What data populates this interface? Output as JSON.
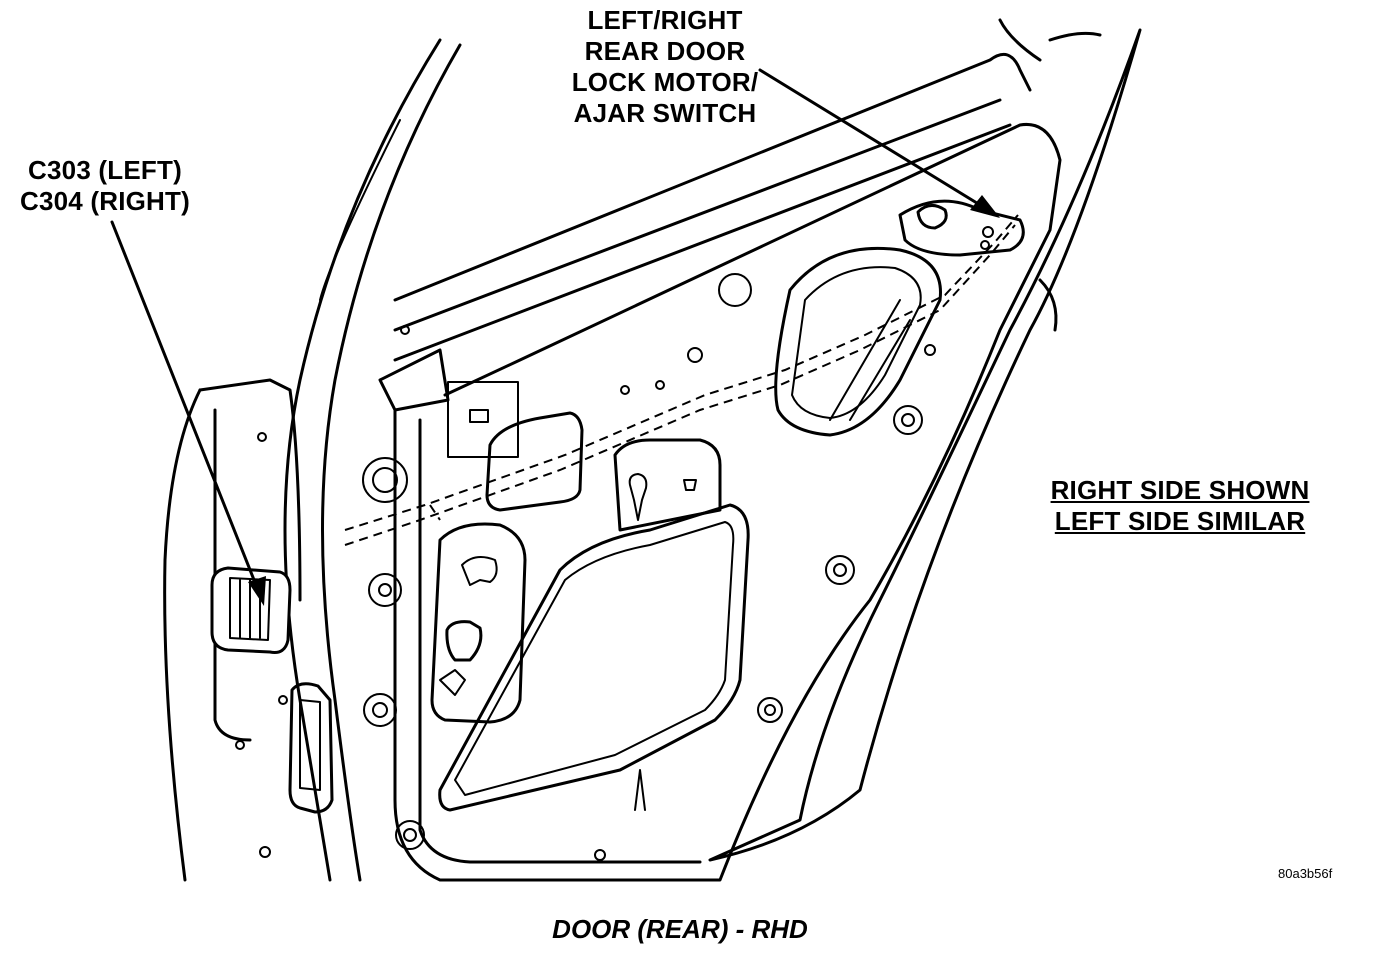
{
  "labels": {
    "lock_motor": [
      "LEFT/RIGHT",
      "REAR DOOR",
      "LOCK MOTOR/",
      "AJAR SWITCH"
    ],
    "connector": [
      "C303 (LEFT)",
      "C304 (RIGHT)"
    ],
    "note": [
      "RIGHT SIDE SHOWN",
      "LEFT SIDE SIMILAR"
    ],
    "figure_id": "80a3b56f",
    "caption": "DOOR (REAR) - RHD"
  }
}
